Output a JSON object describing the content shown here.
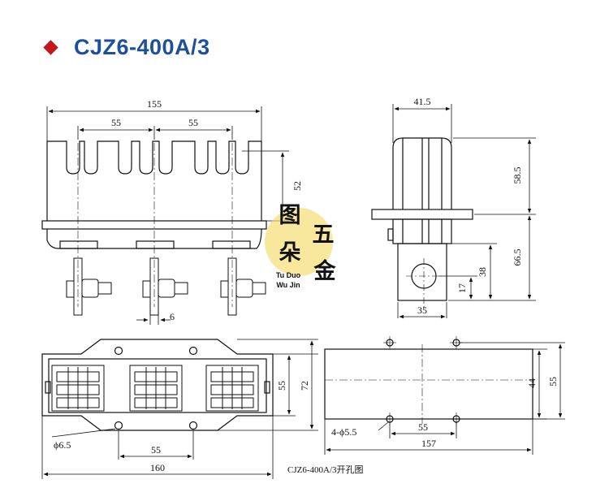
{
  "title": "CJZ6-400A/3",
  "colors": {
    "bullet": "#c4161c",
    "title": "#1c4f9c",
    "watermark_bg": "#f3dc6a"
  },
  "dimensions": {
    "front_width": "155",
    "front_pitch_left": "55",
    "front_pitch_right": "55",
    "front_slot_height": "52",
    "front_tab": "6",
    "side_width": "41.5",
    "side_upper": "58.5",
    "side_lower": "66.5",
    "side_hole_38": "38",
    "side_hole_17": "17",
    "side_tab_width": "35",
    "bottom_height_inner": "55",
    "bottom_height_outer": "72",
    "bottom_hole_dia": "ϕ6.5",
    "bottom_pitch": "55",
    "bottom_width": "160",
    "panel_height_inner": "44",
    "panel_height_outer": "55",
    "panel_holes": "4-ϕ5.5",
    "panel_pitch": "55",
    "panel_width": "157"
  },
  "caption": "CJZ6-400A/3开孔图",
  "watermark": {
    "char1": "图",
    "char2": "朵",
    "char3": "五",
    "char4": "金",
    "line1": "Tu Duo",
    "line2": "Wu Jin"
  }
}
